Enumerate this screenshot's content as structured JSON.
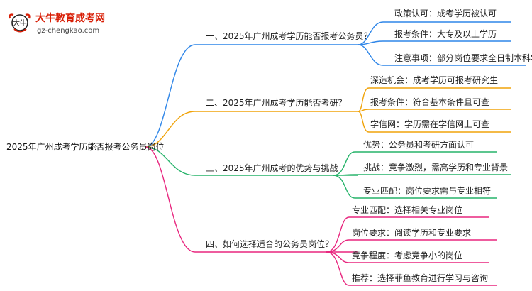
{
  "logo": {
    "name": "大牛教育成考网",
    "url": "gz-chengkao.com",
    "mark_text": "大牛"
  },
  "root": "2025年广州成考学历能否报考公务员岗位",
  "colors": {
    "branch1": "#2f86e8",
    "branch2": "#f0a30a",
    "branch3": "#26b36a",
    "branch4": "#e8277f"
  },
  "branches": [
    {
      "label": "一、2025年广州成考学历能否报考公务员？",
      "children": [
        "政策认可：成考学历被认可",
        "报考条件：大专及以上学历",
        "注意事项：部分岗位要求全日制本科学历"
      ]
    },
    {
      "label": "二、2025年广州成考学历能否考研？",
      "children": [
        "深造机会：成考学历可报考研究生",
        "报考条件：符合基本条件且可查",
        "学信网：学历需在学信网上可查"
      ]
    },
    {
      "label": "三、2025年广州成考的优势与挑战",
      "children": [
        "优势：公务员和考研方面认可",
        "挑战：竞争激烈，需高学历和专业背景",
        "专业匹配：岗位要求需与专业相符"
      ]
    },
    {
      "label": "四、如何选择适合的公务员岗位？",
      "children": [
        "专业匹配：选择相关专业岗位",
        "岗位要求：阅读学历和专业要求",
        "竞争程度：考虑竞争小的岗位",
        "推荐：选择菲鱼教育进行学习与咨询"
      ]
    }
  ]
}
